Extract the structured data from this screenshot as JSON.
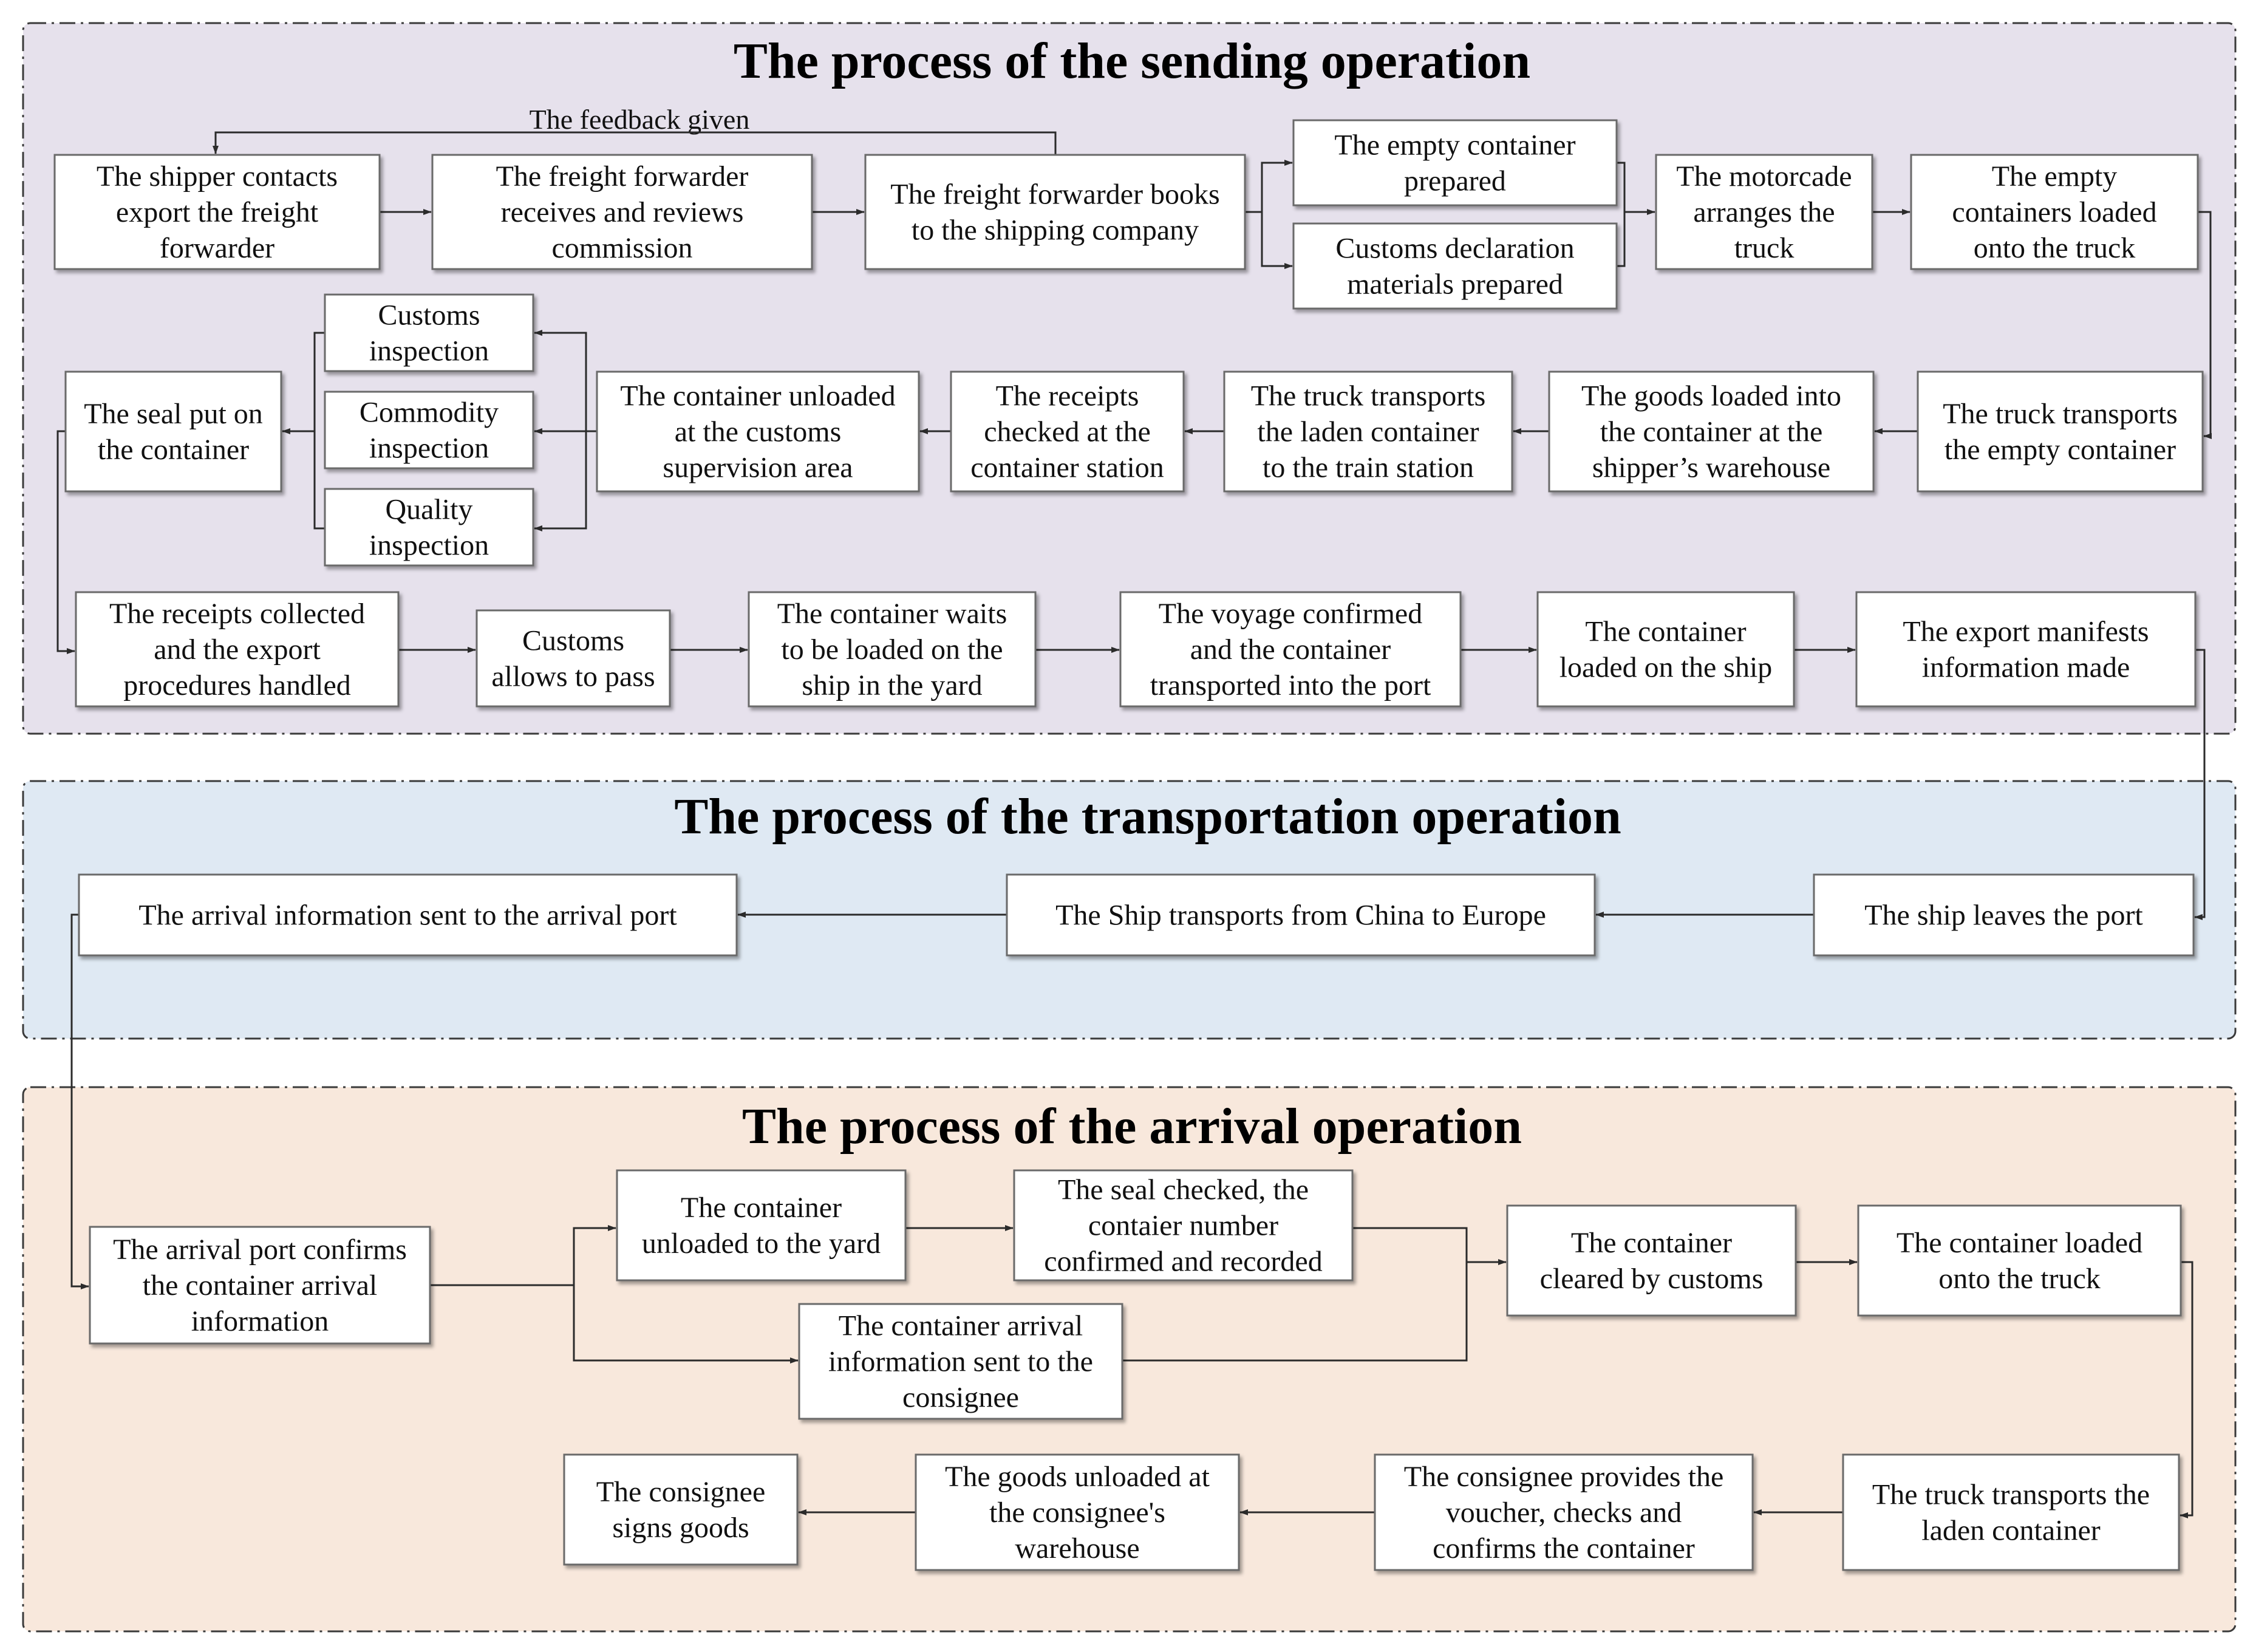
{
  "colors": {
    "sending_panel": "#e6e1ec",
    "transport_panel": "#dfe9f3",
    "arrival_panel": "#f8e8dc",
    "box_border": "#6a6a6a",
    "connector": "#2b2b2b"
  },
  "sections": {
    "sending": {
      "title": "The process of the sending operation"
    },
    "transport": {
      "title": "The process of the transportation operation"
    },
    "arrival": {
      "title": "The process of the arrival operation"
    }
  },
  "feedback_label": "The feedback given",
  "steps": {
    "s1": [
      "The shipper contacts",
      "export the freight",
      "forwarder"
    ],
    "s2": [
      "The freight forwarder",
      "receives and reviews",
      "commission"
    ],
    "s3": [
      "The freight forwarder books",
      "to the shipping company"
    ],
    "s4a": [
      "The empty container",
      "prepared"
    ],
    "s4b": [
      "Customs declaration",
      "materials prepared"
    ],
    "s5": [
      "The motorcade",
      "arranges the",
      "truck"
    ],
    "s6": [
      "The empty",
      "containers loaded",
      "onto the truck"
    ],
    "s7": [
      "The truck transports",
      "the empty container"
    ],
    "s8": [
      "The goods loaded into",
      "the container at the",
      "shipper’s warehouse"
    ],
    "s9": [
      "The truck transports",
      "the laden container",
      "to the train station"
    ],
    "s10": [
      "The receipts",
      "checked at the",
      "container station"
    ],
    "s11": [
      "The container unloaded",
      "at the customs",
      "supervision area"
    ],
    "i1": [
      "Customs",
      "inspection"
    ],
    "i2": [
      "Commodity",
      "inspection"
    ],
    "i3": [
      "Quality",
      "inspection"
    ],
    "s12": [
      "The seal put on",
      "the container"
    ],
    "s13": [
      "The receipts collected",
      "and the export",
      "procedures handled"
    ],
    "s14": [
      "Customs",
      "allows to pass"
    ],
    "s15": [
      "The container waits",
      "to be loaded on the",
      "ship in the yard"
    ],
    "s16": [
      "The voyage confirmed",
      "and the container",
      "transported into the port"
    ],
    "s17": [
      "The container",
      "loaded on the ship"
    ],
    "s18": [
      "The export manifests",
      "information made"
    ],
    "t1": [
      "The ship leaves the port"
    ],
    "t2": [
      "The Ship transports from China to Europe"
    ],
    "t3": [
      "The arrival information sent to the arrival port"
    ],
    "a1": [
      "The arrival port confirms",
      "the container arrival",
      "information"
    ],
    "a2": [
      "The container",
      "unloaded to the yard"
    ],
    "a3": [
      "The seal checked, the",
      "contaier number",
      "confirmed and recorded"
    ],
    "a4": [
      "The container arrival",
      "information sent to the",
      "consignee"
    ],
    "a5": [
      "The container",
      "cleared by customs"
    ],
    "a6": [
      "The container loaded",
      "onto the truck"
    ],
    "a7": [
      "The truck transports the",
      "laden container"
    ],
    "a8": [
      "The consignee provides the",
      "voucher, checks and",
      "confirms the container"
    ],
    "a9": [
      "The goods unloaded at",
      "the consignee's",
      "warehouse"
    ],
    "a10": [
      "The consignee",
      "signs goods"
    ]
  }
}
